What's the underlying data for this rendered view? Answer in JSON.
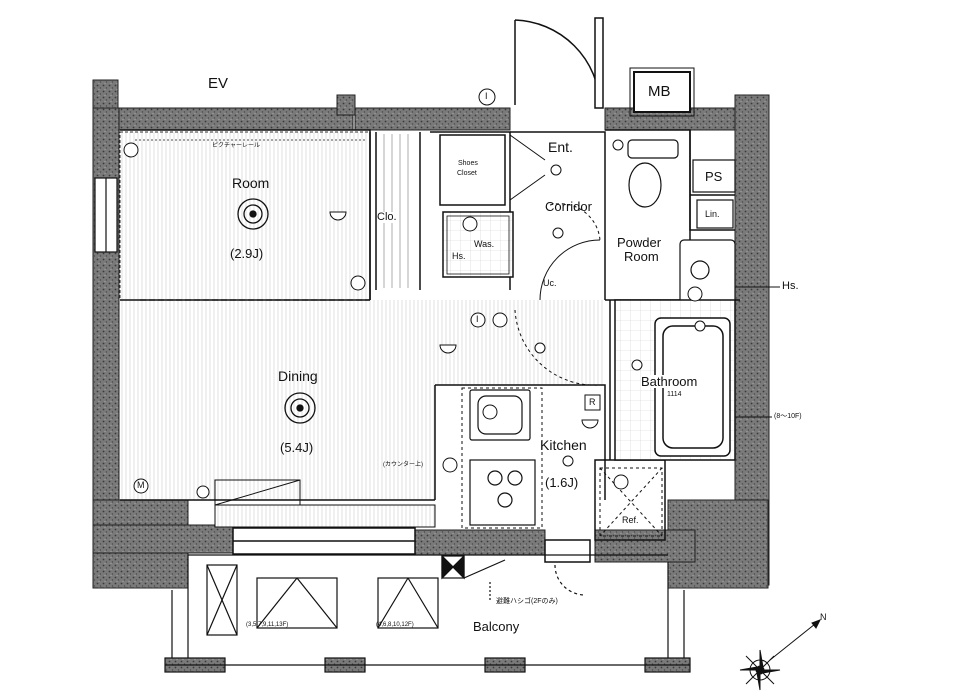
{
  "labels": {
    "ev": "EV",
    "mb": "MB",
    "ps": "PS",
    "lin": "Lin.",
    "ent": "Ent.",
    "shoes_closet_1": "Shoes",
    "shoes_closet_2": "Closet",
    "corridor": "Corridor",
    "clo": "Clo.",
    "was": "Was.",
    "hs_inner": "Hs.",
    "uc": "Uc.",
    "picture_rail": "ピクチャーレール",
    "room": "Room",
    "room_size": "(2.9J)",
    "dining": "Dining",
    "dining_size": "(5.4J)",
    "kitchen": "Kitchen",
    "kitchen_size": "(1.6J)",
    "counter": "(カウンター上)",
    "powder_room_1": "Powder",
    "powder_room_2": "Room",
    "bathroom": "Bathroom",
    "bathroom_size": "1114",
    "hs_outer": "Hs.",
    "floors_note": "(8〜10F)",
    "ref": "Ref.",
    "r_mark": "R",
    "ladder": "避難ハシゴ(2Fのみ)",
    "balcony": "Balcony",
    "units_left": "(3,5,7,9,11,13F)",
    "units_right": "(4,6,8,10,12F)",
    "m_mark": "M",
    "i_mark": "I",
    "compass_n": "N"
  }
}
